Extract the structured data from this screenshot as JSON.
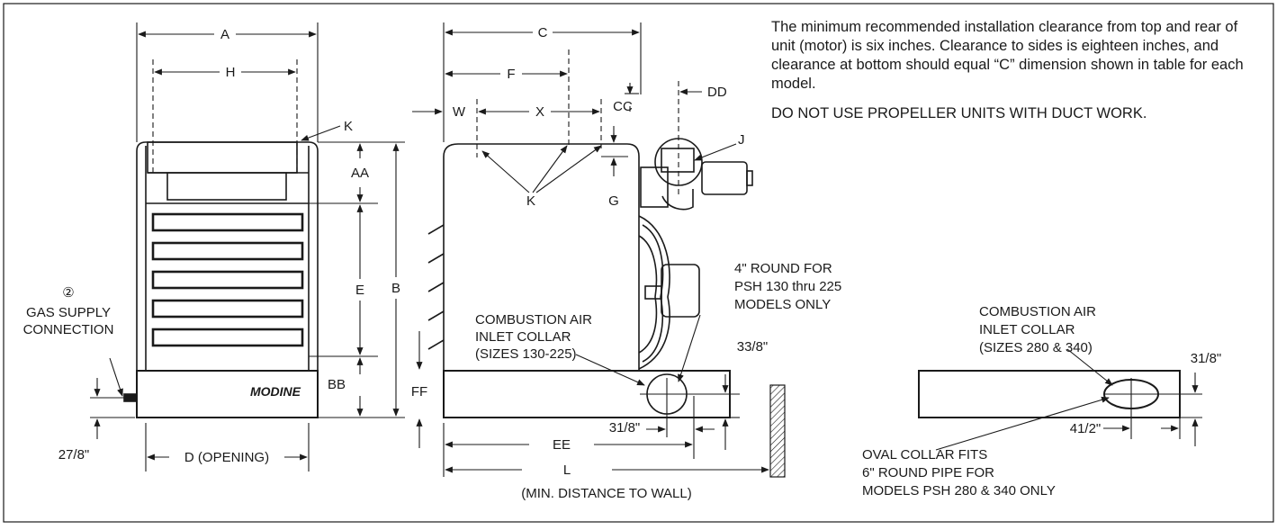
{
  "notes": {
    "clearance": "The minimum recommended installation clearance from top and rear of unit (motor) is six inches. Clearance to sides is eighteen inches, and clearance at bottom should equal “C” dimension shown in table for each model.",
    "warning": "DO NOT USE PROPELLER UNITS WITH DUCT WORK."
  },
  "front_view": {
    "dim_a": "A",
    "dim_h": "H",
    "dim_k": "K",
    "dim_aa": "AA",
    "dim_e": "E",
    "dim_b": "B",
    "dim_bb": "BB",
    "dim_d": "D (OPENING)",
    "brand": "MODINE",
    "gas_marker": "②",
    "gas_line1": "GAS SUPPLY",
    "gas_line2": "CONNECTION",
    "gas_dim": "27/8\""
  },
  "side_view": {
    "dim_c": "C",
    "dim_f": "F",
    "dim_w": "W",
    "dim_x": "X",
    "dim_cc": "CC",
    "dim_dd": "DD",
    "dim_j": "J",
    "dim_k": "K",
    "dim_g": "G",
    "dim_ff": "FF",
    "dim_ee": "EE",
    "dim_l": "L",
    "min_distance": "(MIN. DISTANCE TO WALL)",
    "round_line1": "4\" ROUND FOR",
    "round_line2": "PSH 130 thru 225",
    "round_line3": "MODELS ONLY",
    "collar_line1": "COMBUSTION AIR",
    "collar_line2": "INLET COLLAR",
    "collar_line3": "(SIZES 130-225)",
    "dim_3_3_8": "33/8\"",
    "dim_3_1_8": "31/8\""
  },
  "oval_view": {
    "collar_line1": "COMBUSTION AIR",
    "collar_line2": "INLET COLLAR",
    "collar_line3": "(SIZES 280 & 340)",
    "dim_3_1_8": "31/8\"",
    "dim_4_1_2": "41/2\"",
    "oval_line1": "OVAL COLLAR FITS",
    "oval_line2": "6\" ROUND PIPE FOR",
    "oval_line3": "MODELS PSH 280 & 340 ONLY"
  }
}
